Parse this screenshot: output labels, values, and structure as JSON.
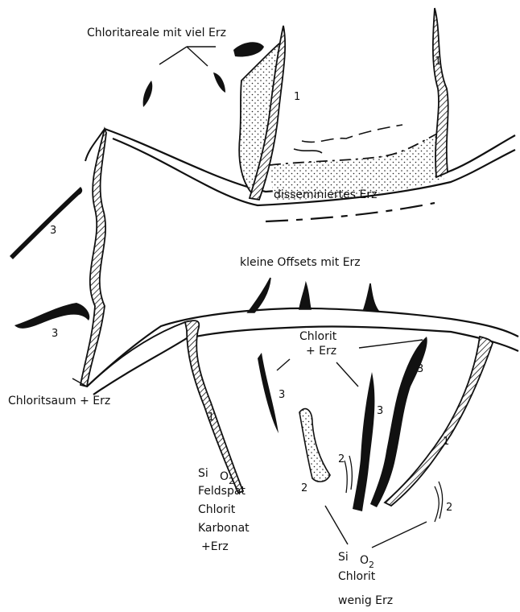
{
  "labels": {
    "chloritareale": "Chloritareale mit viel Erz",
    "disseminiert": "disseminiertes Erz",
    "offsets": "kleine Offsets mit Erz",
    "chloritsaum": "Chloritsaum + Erz",
    "chlorit_erz_1": "Chlorit",
    "chlorit_erz_2": "+ Erz",
    "si": "Si",
    "o2": "O",
    "sub2": "2",
    "feldspat": "Feldspat",
    "chlorit": "Chlorit",
    "karbonat": "Karbonat",
    "plus_erz": "+Erz",
    "chlorit_b": "Chlorit",
    "wenig_erz": "wenig  Erz"
  },
  "vein_numbers": {
    "n1": "1",
    "n2": "2",
    "n3": "3"
  }
}
